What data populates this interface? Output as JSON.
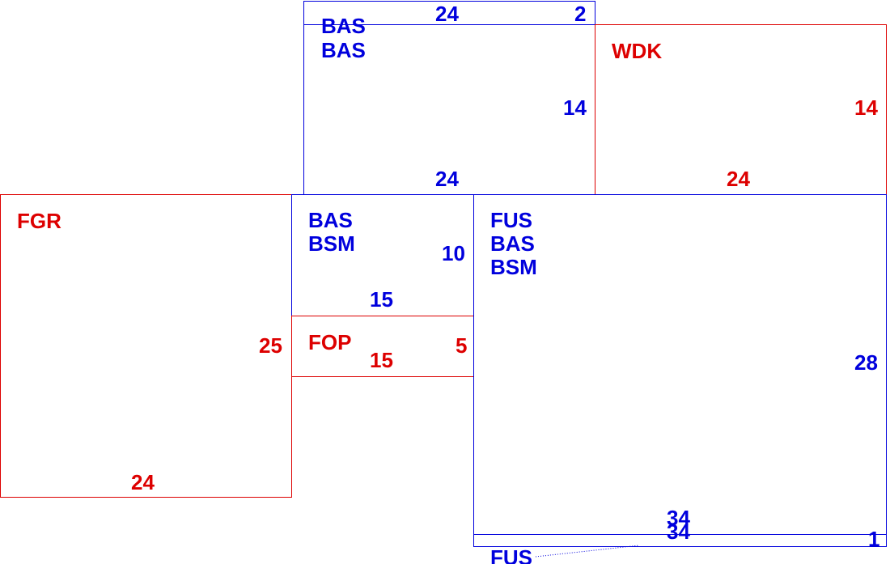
{
  "colors": {
    "blue": "#0000dd",
    "red": "#dd0000"
  },
  "blocks": [
    {
      "id": "bas-top-strip",
      "color": "blue",
      "labels": [],
      "width_label": "24",
      "height_label": "2"
    },
    {
      "id": "bas-bas",
      "color": "blue",
      "labels": [
        "BAS",
        "BAS"
      ],
      "width_label": "24",
      "height_label": "14"
    },
    {
      "id": "wdk",
      "color": "red",
      "labels": [
        "WDK"
      ],
      "width_label": "24",
      "height_label": "14"
    },
    {
      "id": "fgr",
      "color": "red",
      "labels": [
        "FGR"
      ],
      "width_label": "24",
      "height_label": "25"
    },
    {
      "id": "bas-bsm",
      "color": "blue",
      "labels": [
        "BAS",
        "BSM"
      ],
      "width_label": "15",
      "height_label": "10"
    },
    {
      "id": "fop",
      "color": "red",
      "labels": [
        "FOP"
      ],
      "width_label": "15",
      "height_label": "5"
    },
    {
      "id": "fus-bas-bsm",
      "color": "blue",
      "labels": [
        "FUS",
        "BAS",
        "BSM"
      ],
      "width_label": "34",
      "height_label": "28"
    },
    {
      "id": "fus-strip",
      "color": "blue",
      "labels": [],
      "width_label": "34",
      "height_label": "1"
    }
  ],
  "callouts": [
    {
      "id": "fus-strip-callout",
      "color": "blue",
      "text": "FUS"
    }
  ]
}
